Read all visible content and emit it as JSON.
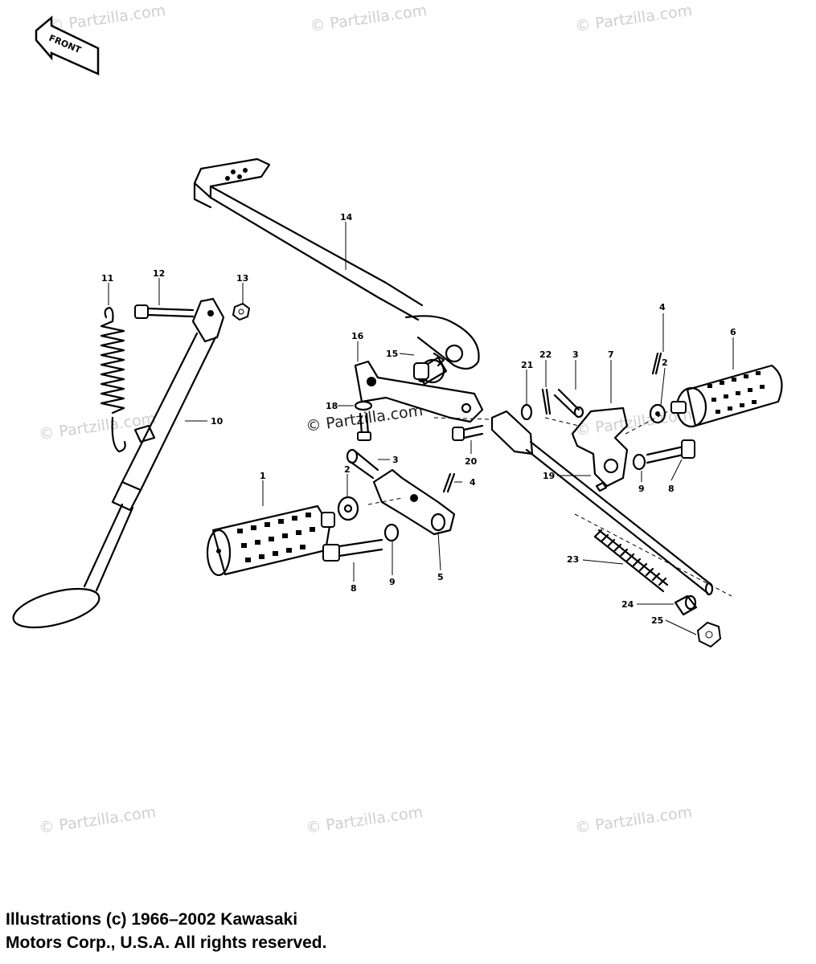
{
  "front_label": "FRONT",
  "watermark": "© Partzilla.com",
  "copyright": {
    "line1": "Illustrations (c) 1966–2002 Kawasaki",
    "line2": "Motors Corp., U.S.A.  All rights reserved."
  },
  "callouts": {
    "c1": "1",
    "c2a": "2",
    "c2b": "2",
    "c3a": "3",
    "c3b": "3",
    "c4a": "4",
    "c4b": "4",
    "c5": "5",
    "c6": "6",
    "c7": "7",
    "c8a": "8",
    "c8b": "8",
    "c9a": "9",
    "c9b": "9",
    "c10": "10",
    "c11": "11",
    "c12": "12",
    "c13": "13",
    "c14": "14",
    "c15": "15",
    "c16": "16",
    "c18": "18",
    "c19": "19",
    "c20": "20",
    "c21": "21",
    "c22": "22",
    "c23": "23",
    "c24": "24",
    "c25": "25"
  }
}
